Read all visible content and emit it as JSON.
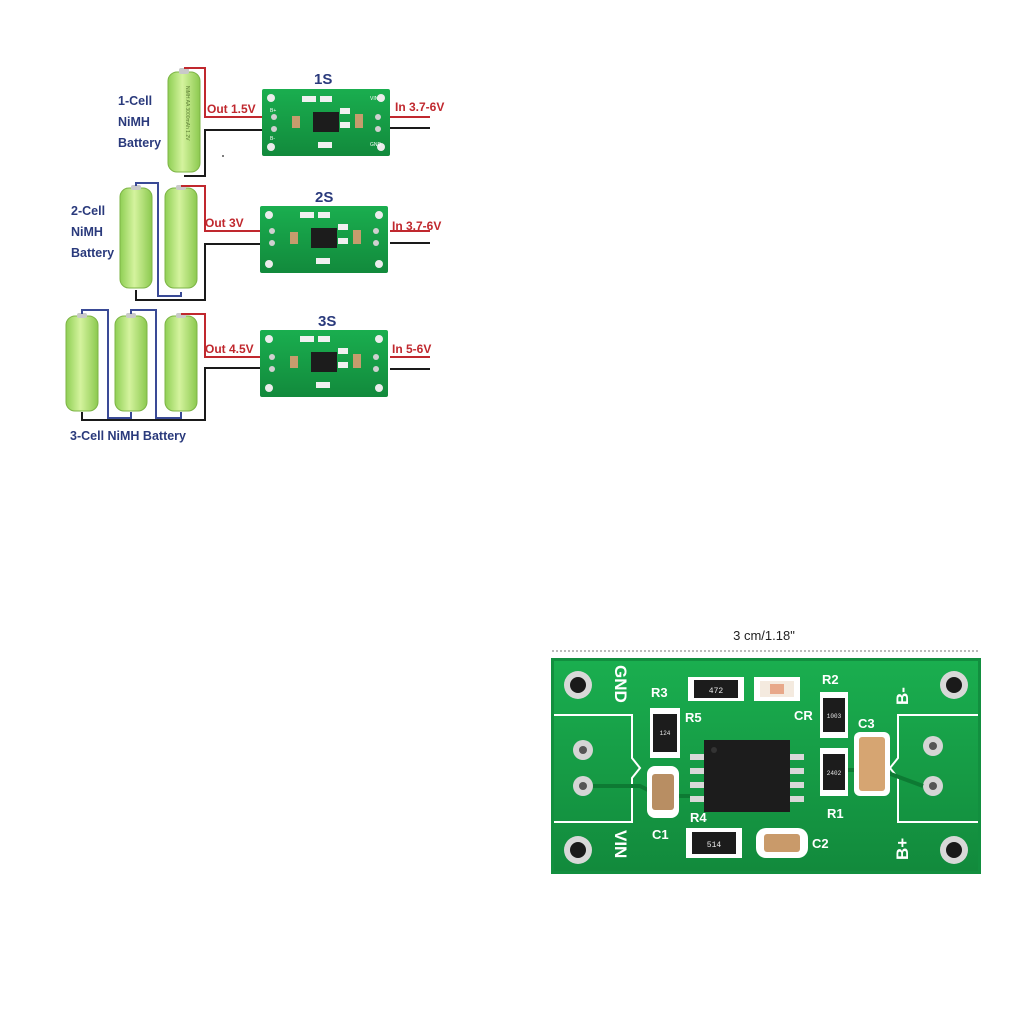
{
  "schematic": {
    "board_titles": [
      "1S",
      "2S",
      "3S"
    ],
    "battery_labels": {
      "one_cell": [
        "1-Cell",
        "NiMH",
        "Battery"
      ],
      "two_cell": [
        "2-Cell",
        "NiMH",
        "Battery"
      ],
      "three_cell": "3-Cell NiMH Battery"
    },
    "outputs": [
      "Out 1.5V",
      "Out 3V",
      "Out 4.5V"
    ],
    "inputs": [
      "In 3.7-6V",
      "In 3.7-6V",
      "In 5-6V"
    ],
    "small_board_pins": {
      "b_plus": "B+",
      "b_minus": "B-",
      "vin": "VIN",
      "gnd": "GND"
    }
  },
  "photo": {
    "dimension": "3 cm/1.18\"",
    "silkscreen": {
      "gnd": "GND",
      "vin": "VIN",
      "b_minus": "B-",
      "b_plus": "B+",
      "r1": "R1",
      "r2": "R2",
      "r3": "R3",
      "r4": "R4",
      "r5": "R5",
      "c1": "C1",
      "c2": "C2",
      "c3": "C3",
      "cr": "CR"
    },
    "part_codes": {
      "r3": "472",
      "r4": "514",
      "r5": "124",
      "r2": "1003",
      "r1": "2402"
    }
  },
  "colors": {
    "pcb_green": "#17a24a",
    "battery_green": "#b9e37a",
    "wire_red": "#c0282e",
    "wire_blue": "#3a4a96",
    "label_blue": "#2a3a7c"
  }
}
